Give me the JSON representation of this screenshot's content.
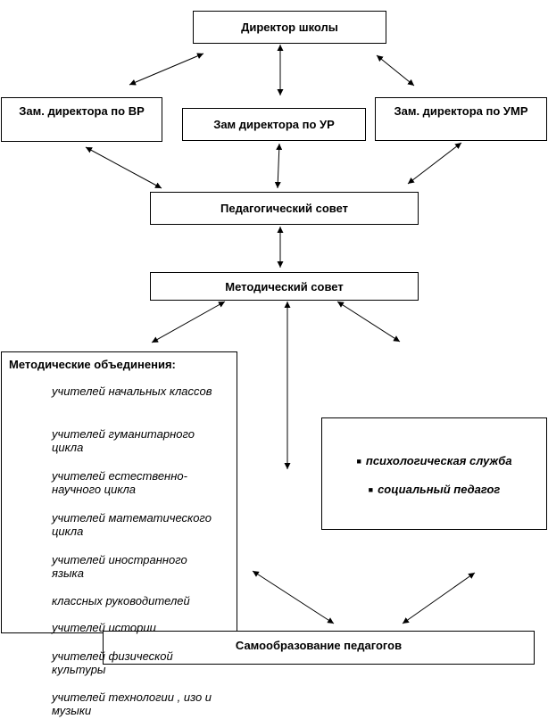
{
  "director": "Директор школы",
  "deputies": {
    "vr": "Зам. директора по ВР",
    "ur": "Зам директора по УР",
    "umr": "Зам. директора по УМР"
  },
  "ped_council": "Педагогический совет",
  "method_council": "Методический совет",
  "method_unions": {
    "title": "Методические объединения:",
    "items": [
      "учителей начальных классов",
      "учителей гуманитарного цикла",
      "учителей естественно-научного цикла",
      "учителей математического  цикла",
      "учителей иностранного языка",
      "классных руководителей",
      "учителей истории",
      "учителей физической культуры",
      "учителей  технологии , изо и музыки"
    ]
  },
  "services": {
    "items": [
      "психологическая служба",
      "социальный педагог"
    ]
  },
  "self_education": "Самообразование педагогов"
}
